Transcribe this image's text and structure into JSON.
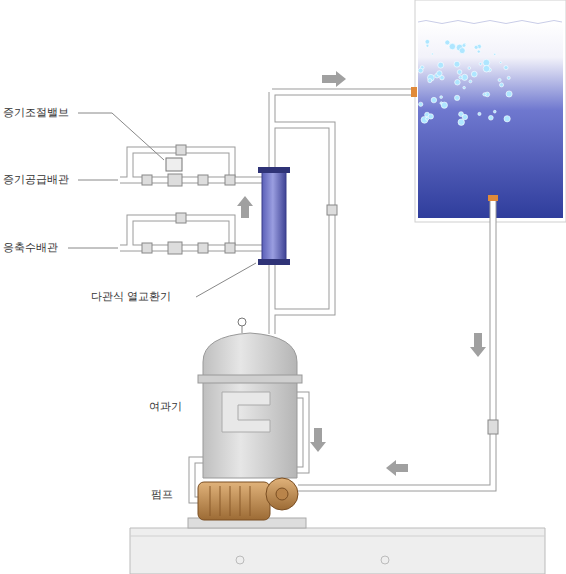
{
  "diagram": {
    "labels": [
      "증기조절밸브",
      "증기공급배관",
      "응축수배관",
      "다관식 열교환기",
      "여과기",
      "펌프"
    ]
  }
}
